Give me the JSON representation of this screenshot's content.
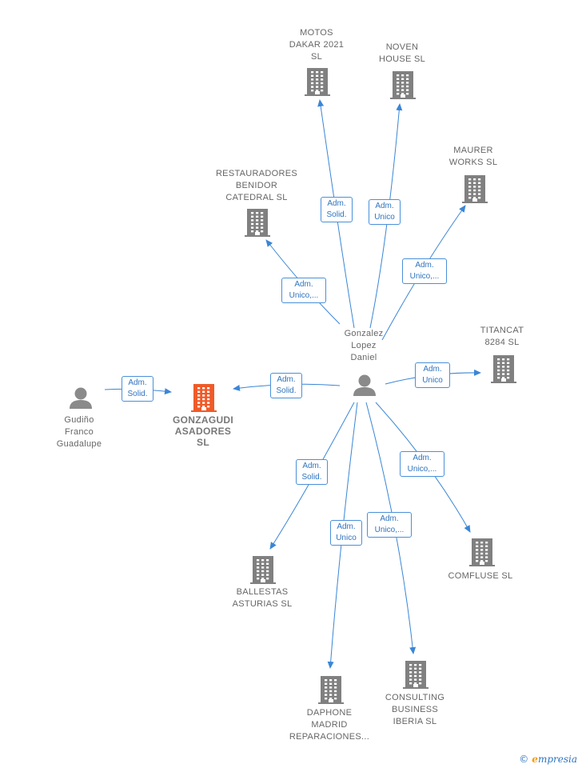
{
  "colors": {
    "edge": "#3a86d6",
    "building": "#808080",
    "main_building": "#f05a28",
    "person": "#8a8a8a"
  },
  "nodes": [
    {
      "id": "gonzalez",
      "label": "Gonzalez\nLopez\nDaniel",
      "kind": "person",
      "icon": "person-icon"
    },
    {
      "id": "gudino",
      "label": "Gudiño\nFranco\nGuadalupe",
      "kind": "person",
      "icon": "person-icon"
    },
    {
      "id": "gonzagudi",
      "label": "GONZAGUDI\nASADORES\nSL",
      "kind": "main",
      "icon": "building-icon"
    },
    {
      "id": "motos",
      "label": "MOTOS\nDAKAR 2021\nSL",
      "kind": "company",
      "icon": "building-icon"
    },
    {
      "id": "noven",
      "label": "NOVEN\nHOUSE  SL",
      "kind": "company",
      "icon": "building-icon"
    },
    {
      "id": "maurer",
      "label": "MAURER\nWORKS  SL",
      "kind": "company",
      "icon": "building-icon"
    },
    {
      "id": "restauradores",
      "label": "RESTAURADORES\nBENIDOR\nCATEDRAL SL",
      "kind": "company",
      "icon": "building-icon"
    },
    {
      "id": "titancat",
      "label": "TITANCAT\n8284 SL",
      "kind": "company",
      "icon": "building-icon"
    },
    {
      "id": "comfluse",
      "label": "COMFLUSE  SL",
      "kind": "company",
      "icon": "building-icon"
    },
    {
      "id": "ballestas",
      "label": "BALLESTAS\nASTURIAS  SL",
      "kind": "company",
      "icon": "building-icon"
    },
    {
      "id": "daphone",
      "label": "DAPHONE\nMADRID\nREPARACIONES...",
      "kind": "company",
      "icon": "building-icon"
    },
    {
      "id": "consulting",
      "label": "CONSULTING\nBUSINESS\nIBERIA  SL",
      "kind": "company",
      "icon": "building-icon"
    }
  ],
  "edges": [
    {
      "from": "gonzalez",
      "to": "motos",
      "label": "Adm.\nSolid."
    },
    {
      "from": "gonzalez",
      "to": "noven",
      "label": "Adm.\nUnico"
    },
    {
      "from": "gonzalez",
      "to": "maurer",
      "label": "Adm.\nUnico,..."
    },
    {
      "from": "gonzalez",
      "to": "restauradores",
      "label": "Adm.\nUnico,..."
    },
    {
      "from": "gonzalez",
      "to": "titancat",
      "label": "Adm.\nUnico"
    },
    {
      "from": "gonzalez",
      "to": "gonzagudi",
      "label": "Adm.\nSolid."
    },
    {
      "from": "gudino",
      "to": "gonzagudi",
      "label": "Adm.\nSolid."
    },
    {
      "from": "gonzalez",
      "to": "comfluse",
      "label": "Adm.\nUnico,..."
    },
    {
      "from": "gonzalez",
      "to": "ballestas",
      "label": "Adm.\nSolid."
    },
    {
      "from": "gonzalez",
      "to": "daphone",
      "label": "Adm.\nUnico"
    },
    {
      "from": "gonzalez",
      "to": "consulting",
      "label": "Adm.\nUnico,..."
    }
  ],
  "footer": {
    "copyright": "©",
    "brand_initial": "e",
    "brand_rest": "mpresia"
  }
}
